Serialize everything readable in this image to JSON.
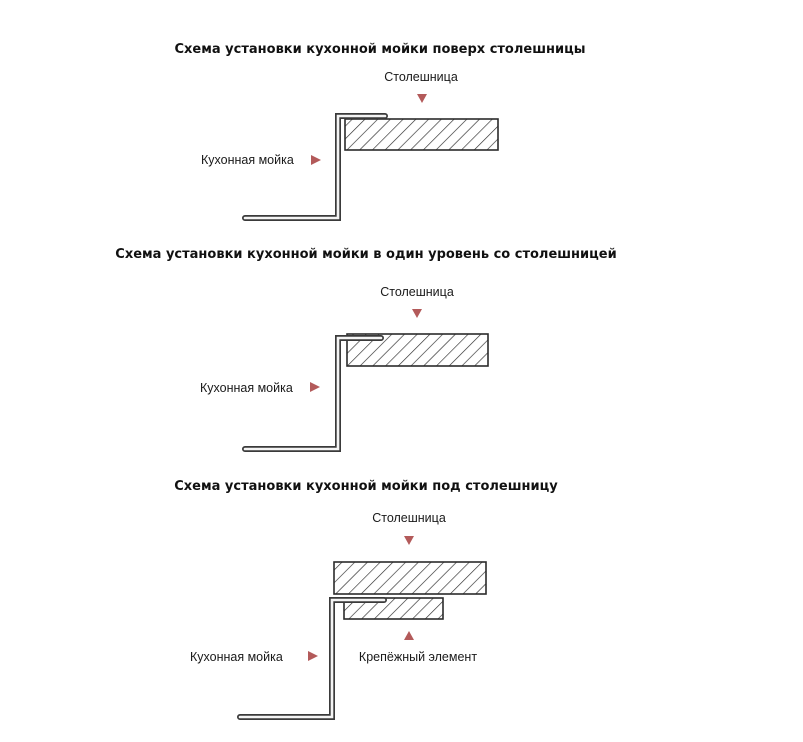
{
  "colors": {
    "arrow": "#b35a5a",
    "line": "#2b2b2b"
  },
  "diagram1": {
    "title": "Схема установки кухонной мойки поверх столешницы",
    "countertop_label": "Столешница",
    "sink_label": "Кухонная мойка"
  },
  "diagram2": {
    "title": "Схема установки кухонной мойки в один уровень со столешницей",
    "countertop_label": "Столешница",
    "sink_label": "Кухонная мойка"
  },
  "diagram3": {
    "title": "Схема установки кухонной мойки под столешницу",
    "countertop_label": "Столешница",
    "sink_label": "Кухонная мойка",
    "fastener_label": "Крепёжный элемент"
  }
}
